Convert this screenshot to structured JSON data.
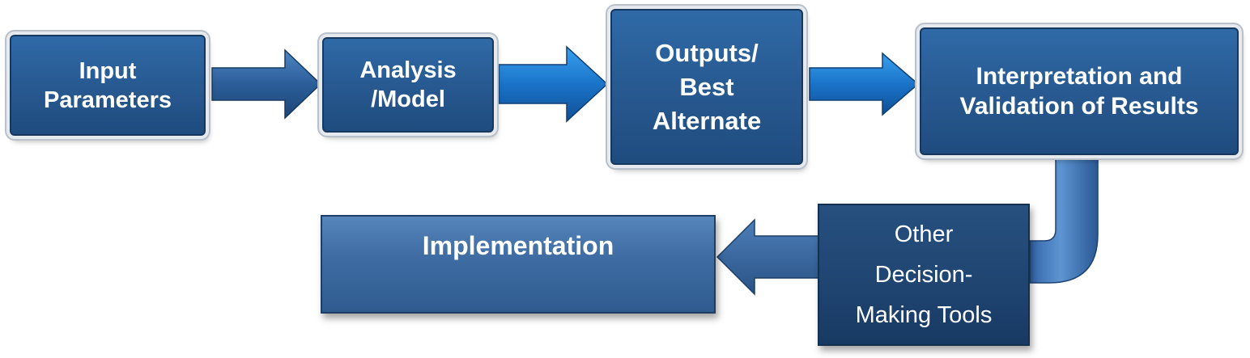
{
  "nodes": {
    "input_parameters": {
      "lines": [
        "Input",
        "Parameters"
      ]
    },
    "analysis_model": {
      "lines": [
        "Analysis",
        "/Model"
      ]
    },
    "outputs_best_alternate": {
      "lines": [
        "Outputs/",
        "Best",
        "Alternate"
      ]
    },
    "interpretation_validation": {
      "lines": [
        "Interpretation and",
        "Validation of Results"
      ]
    },
    "other_decision_tools": {
      "lines": [
        "Other",
        "Decision-",
        "Making Tools"
      ]
    },
    "implementation": {
      "lines": [
        "Implementation"
      ]
    }
  },
  "colors": {
    "box_fill": "#27588f",
    "box_border": "#17385e",
    "arrow_fill": "#1f74c8",
    "implementation_fill": "#3f6da4",
    "text": "#ffffff"
  }
}
